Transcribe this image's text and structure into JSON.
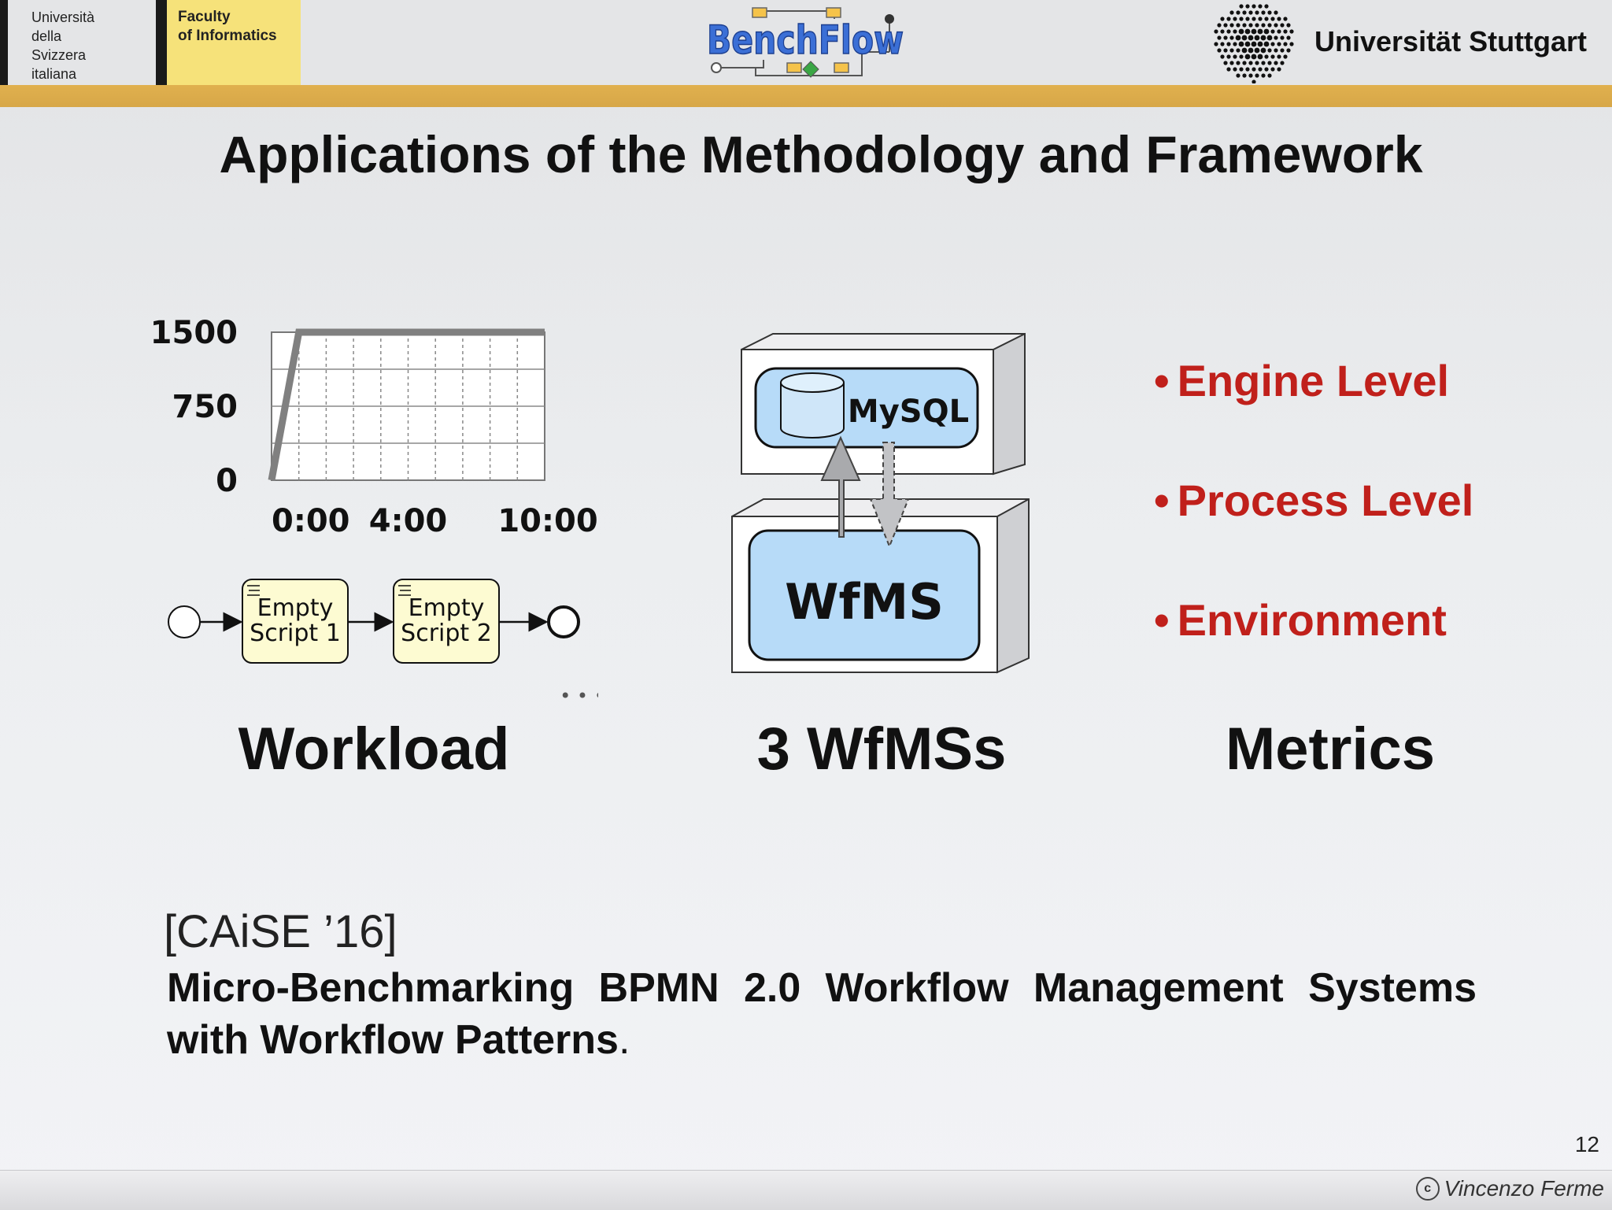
{
  "header": {
    "university_name": "Università\ndella\nSvizzera\nitaliana",
    "faculty": "Faculty\nof Informatics",
    "logo_text": "BenchFlow",
    "partner_name": "Universität Stuttgart"
  },
  "slide": {
    "title": "Applications of the Methodology and Framework",
    "page_number": "12",
    "author": "Vincenzo Ferme"
  },
  "workload": {
    "bpmn_tasks": [
      "Empty\nScript 1",
      "Empty\nScript 2"
    ],
    "ellipsis": "• • •",
    "caption": "Workload"
  },
  "chart_data": {
    "type": "line",
    "x_ticks": [
      "0:00",
      "4:00",
      "10:00"
    ],
    "y_ticks": [
      "1500",
      "750",
      "0"
    ],
    "ylim": [
      0,
      1500
    ],
    "xlim": [
      0,
      10
    ],
    "grid": true,
    "series": [
      {
        "x": [
          0,
          1,
          10
        ],
        "y": [
          0,
          1500,
          1500
        ]
      }
    ]
  },
  "wfms": {
    "db_label": "MySQL",
    "engine_label": "WfMS",
    "caption": "3 WfMSs"
  },
  "metrics": {
    "items": [
      "Engine Level",
      "Process Level",
      "Environment"
    ],
    "bullet": "•",
    "caption": "Metrics",
    "color": "#c0201b"
  },
  "reference": {
    "tag": "[CAiSE ’16]",
    "title": "Micro-Benchmarking BPMN 2.0 Workflow Management Systems with Workflow Patterns",
    "period": "."
  }
}
